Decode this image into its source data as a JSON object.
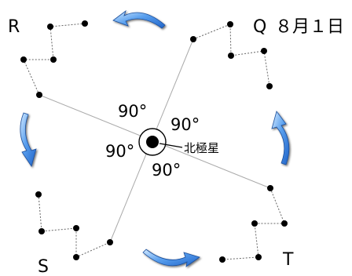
{
  "labels": {
    "pos_r": "R",
    "pos_q": "Q",
    "date": "８月１日",
    "pos_s": "S",
    "pos_t": "T",
    "polaris": "北極星",
    "angle_top": "90°",
    "angle_right": "90°",
    "angle_left": "90°",
    "angle_bottom": "90°"
  },
  "colors": {
    "arrow": "#2f7fe0",
    "arrow_light": "#cfe6ff",
    "star": "#000000",
    "guide": "#aaaaaa",
    "constellation_line": "#666666"
  },
  "icons": {
    "rotation_arrows": "curved-arrow-icon",
    "polaris": "bullseye-star-icon"
  }
}
